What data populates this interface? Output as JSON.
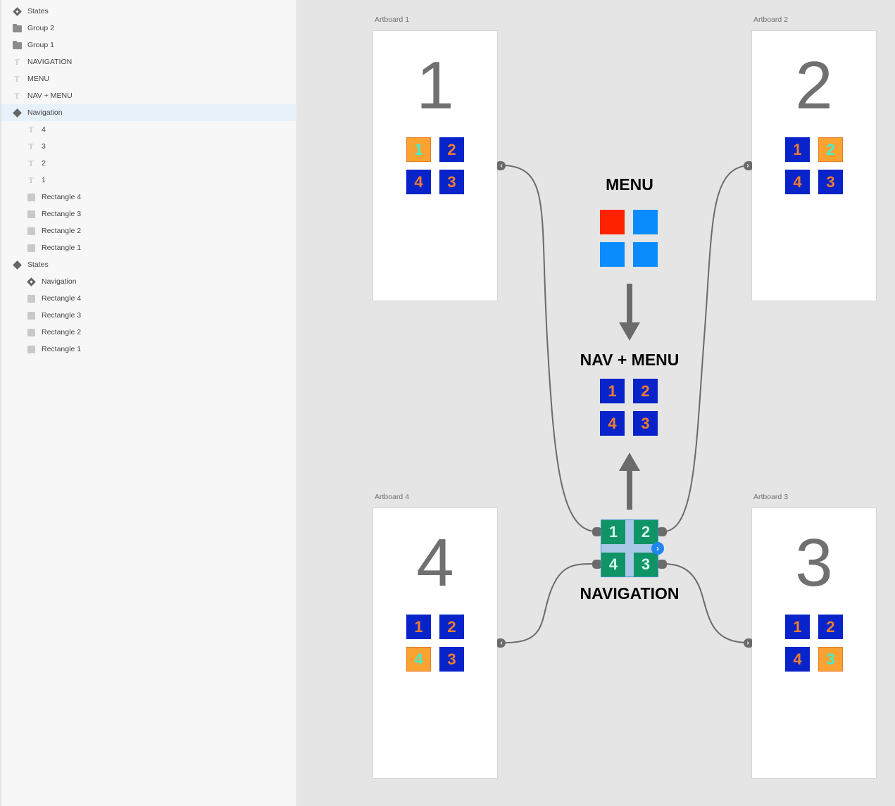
{
  "layers": [
    {
      "label": "States",
      "icon": "symbol-outline-icon",
      "indent": 0
    },
    {
      "label": "Group 2",
      "icon": "folder-icon",
      "indent": 0
    },
    {
      "label": "Group 1",
      "icon": "folder-icon",
      "indent": 0
    },
    {
      "label": "NAVIGATION",
      "icon": "text-icon",
      "indent": 0
    },
    {
      "label": "MENU",
      "icon": "text-icon",
      "indent": 0
    },
    {
      "label": "NAV + MENU",
      "icon": "text-icon",
      "indent": 0
    },
    {
      "label": "Navigation",
      "icon": "component-icon",
      "indent": 0,
      "selected": true
    },
    {
      "label": "4",
      "icon": "text-icon",
      "indent": 1
    },
    {
      "label": "3",
      "icon": "text-icon",
      "indent": 1
    },
    {
      "label": "2",
      "icon": "text-icon",
      "indent": 1
    },
    {
      "label": "1",
      "icon": "text-icon",
      "indent": 1
    },
    {
      "label": "Rectangle 4",
      "icon": "rectangle-icon",
      "indent": 1
    },
    {
      "label": "Rectangle 3",
      "icon": "rectangle-icon",
      "indent": 1
    },
    {
      "label": "Rectangle 2",
      "icon": "rectangle-icon",
      "indent": 1
    },
    {
      "label": "Rectangle 1",
      "icon": "rectangle-icon",
      "indent": 1
    },
    {
      "label": "States",
      "icon": "component-icon",
      "indent": 0
    },
    {
      "label": "Navigation",
      "icon": "symbol-outline-icon",
      "indent": 1
    },
    {
      "label": "Rectangle 4",
      "icon": "rectangle-icon",
      "indent": 1
    },
    {
      "label": "Rectangle 3",
      "icon": "rectangle-icon",
      "indent": 1
    },
    {
      "label": "Rectangle 2",
      "icon": "rectangle-icon",
      "indent": 1
    },
    {
      "label": "Rectangle 1",
      "icon": "rectangle-icon",
      "indent": 1
    }
  ],
  "artboards": [
    {
      "label": "Artboard 1",
      "big_number": "1",
      "active_tile": "1"
    },
    {
      "label": "Artboard 2",
      "big_number": "2",
      "active_tile": "2"
    },
    {
      "label": "Artboard 4",
      "big_number": "4",
      "active_tile": "4"
    },
    {
      "label": "Artboard 3",
      "big_number": "3",
      "active_tile": "3"
    }
  ],
  "tile_labels": [
    "1",
    "2",
    "4",
    "3"
  ],
  "headings": {
    "menu": "MENU",
    "nav_menu": "NAV + MENU",
    "navigation": "NAVIGATION"
  },
  "colors": {
    "tile_inactive": "#0723c9",
    "tile_inactive_text": "#f17e2d",
    "tile_active": "#fca230",
    "tile_active_text": "#3bf0d6",
    "menu_active": "#ff2200",
    "menu_inactive": "#0a8cff",
    "nav_component": "#0f9466",
    "selection": "#e7f1fa"
  },
  "link_tabs": {
    "left": "‹",
    "right": "›"
  }
}
